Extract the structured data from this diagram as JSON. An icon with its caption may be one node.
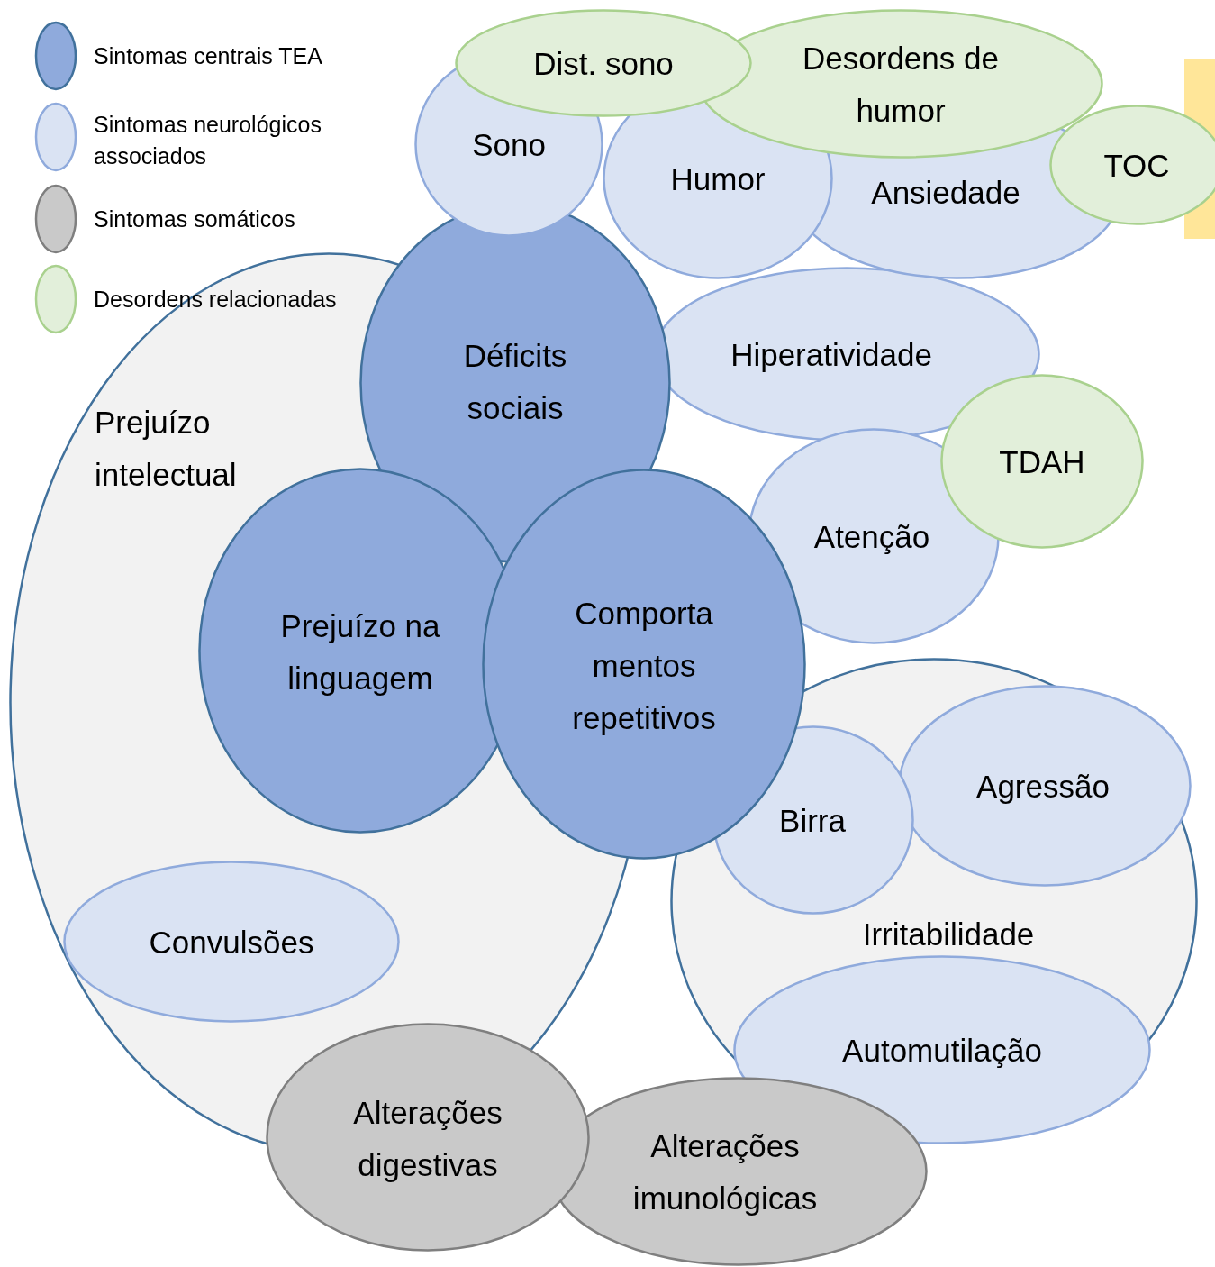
{
  "diagram": {
    "nodes": [
      {
        "text": [
          "Dist. sono"
        ]
      },
      {
        "text": [
          "Desordens de humor"
        ]
      },
      {
        "text": [
          "Sono"
        ]
      },
      {
        "text": [
          "Humor"
        ]
      },
      {
        "text": [
          "Ansiedade"
        ]
      },
      {
        "text": [
          "TOC"
        ]
      },
      {
        "text": [
          "Déficits sociais"
        ]
      },
      {
        "text": [
          "Hiperatividade"
        ]
      },
      {
        "text": [
          "Prejuízo intelectual"
        ]
      },
      {
        "text": [
          "TDAH"
        ]
      },
      {
        "text": [
          "Atenção"
        ]
      },
      {
        "text": [
          "Prejuízo na linguagem"
        ],
        "in": 8
      },
      {
        "text": [
          "Comporta mentos repetitivos"
        ]
      },
      {
        "text": [
          "Irritabilidade"
        ]
      },
      {
        "text": [
          "Agressão"
        ],
        "in": 13
      },
      {
        "text": [
          "Birra"
        ],
        "in": 13
      },
      {
        "text": [
          "Convulsões"
        ],
        "in": 8
      },
      {
        "text": [
          "Automutilação"
        ],
        "in": 13
      },
      {
        "text": [
          "Alterações digestivas"
        ]
      },
      {
        "text": [
          "Alterações imunológicas"
        ]
      },
      {
        "text": [],
        "shape": "bar"
      }
    ],
    "legend": [
      {
        "text": "Sintomas centrais TEA",
        "color": "#8faadc"
      },
      {
        "text": "Sintomas neurológicos associados",
        "color": "#dae3f3"
      },
      {
        "text": "Sintomas somáticos",
        "color": "#c9c9c9"
      },
      {
        "text": "Desordens relacionadas",
        "color": "#e2efda"
      }
    ]
  }
}
